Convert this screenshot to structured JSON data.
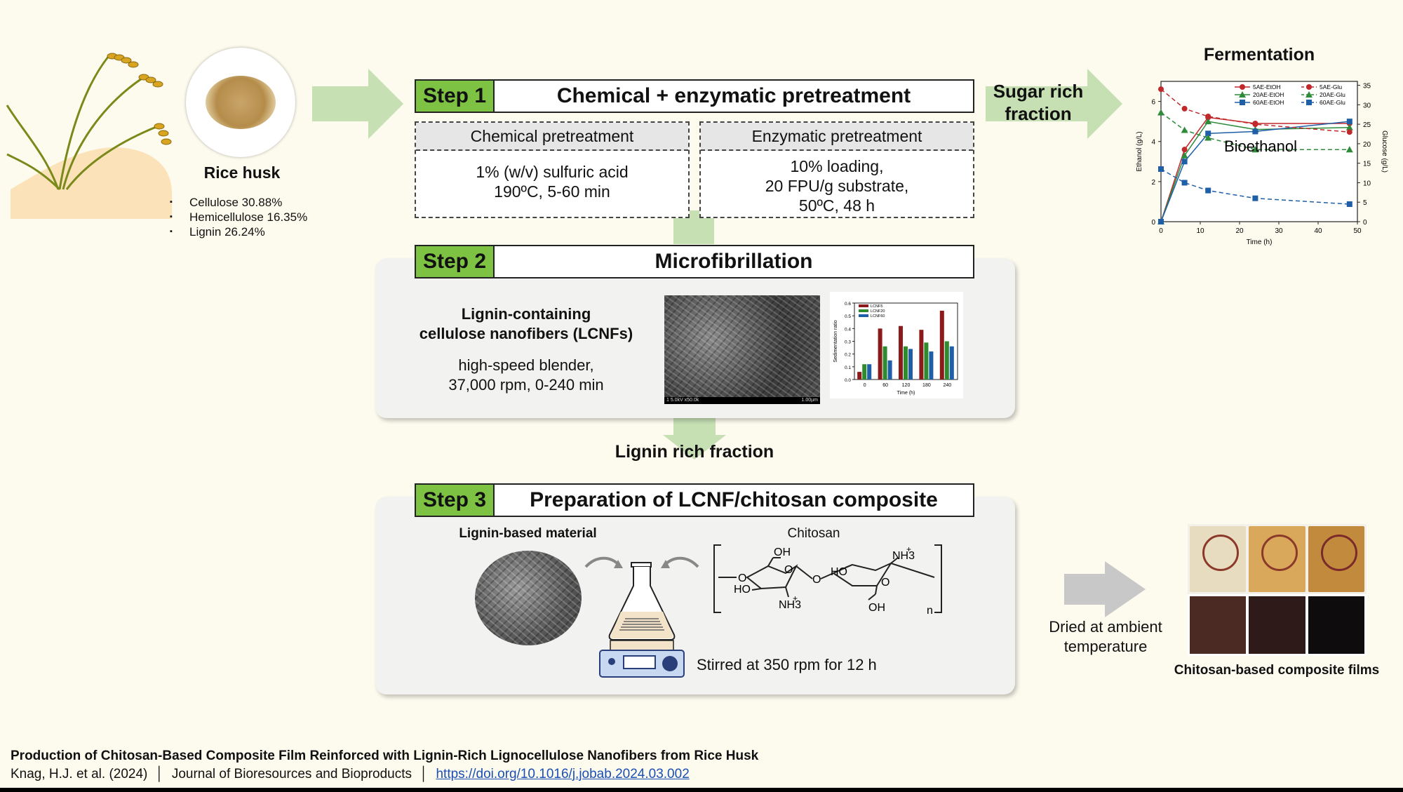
{
  "rice_husk": {
    "title": "Rice husk",
    "composition": [
      "Cellulose 30.88%",
      "Hemicellulose 16.35%",
      "Lignin 26.24%"
    ]
  },
  "step1": {
    "tag": "Step 1",
    "title": "Chemical + enzymatic pretreatment",
    "chemical": {
      "header": "Chemical  pretreatment",
      "lines": [
        "1% (w/v) sulfuric acid",
        "190ºC, 5-60 min"
      ]
    },
    "enzymatic": {
      "header": "Enzymatic pretreatment",
      "lines": [
        "10% loading,",
        "20 FPU/g substrate,",
        "50ºC, 48 h"
      ]
    }
  },
  "sugar_label": [
    "Sugar rich",
    "fraction"
  ],
  "fermentation": {
    "title": "Fermentation",
    "inner_label": "Bioethanol"
  },
  "step2": {
    "tag": "Step 2",
    "title": "Microfibrillation",
    "lcnf_title": [
      "Lignin-containing",
      "cellulose  nanofibers (LCNFs)"
    ],
    "lcnf_process": [
      "high-speed  blender,",
      "37,000 rpm, 0-240 min"
    ],
    "sem_caption_left": "1 5.0kV x50.0k",
    "sem_caption_right": "1.00µm"
  },
  "lignin_fraction": "Lignin rich fraction",
  "step3": {
    "tag": "Step 3",
    "title": "Preparation of LCNF/chitosan composite",
    "lignin_material": "Lignin-based material",
    "chitosan": "Chitosan",
    "stirred": "Stirred at 350 rpm for 12 h",
    "struct_labels": {
      "oh_top": "OH",
      "ho_left": "HO",
      "nh3_left": "NH3",
      "ho_mid": "HO",
      "nh3_right": "NH3",
      "oh_bottom": "OH",
      "o": "O",
      "n": "n",
      "plus": "+"
    }
  },
  "dried_label": [
    "Dried at ambient",
    "temperature"
  ],
  "films_label": "Chitosan-based composite films",
  "footer": {
    "title": "Production of Chitosan-Based Composite Film Reinforced with  Lignin-Rich Lignocellulose Nanofibers from Rice Husk",
    "citation": "Knag, H.J. et al. (2024)",
    "separator": "│",
    "journal": "Journal of Bioresources and Bioproducts",
    "doi": "https://doi.org/10.1016/j.jobab.2024.03.002"
  },
  "chart_data": [
    {
      "type": "line",
      "x": [
        0,
        6,
        12,
        24,
        48
      ],
      "xlabel": "Time (h)",
      "ylabel": "Ethanol (g/L)",
      "y2label": "Glucose (g/L)",
      "xlim": [
        0,
        50
      ],
      "ylim": [
        0,
        7
      ],
      "y2lim": [
        0,
        36
      ],
      "xticks": [
        0,
        10,
        20,
        30,
        40,
        50
      ],
      "yticks": [
        0,
        2,
        4,
        6
      ],
      "y2ticks": [
        0,
        5,
        10,
        15,
        20,
        25,
        30,
        35
      ],
      "legend_position": "top-right",
      "series": [
        {
          "name": "5AE-EtOH",
          "axis": "left",
          "style": "solid",
          "marker": "circle",
          "color": "#c0282b",
          "values": [
            0,
            3.6,
            5.2,
            4.9,
            4.9
          ]
        },
        {
          "name": "20AE-EtOH",
          "axis": "left",
          "style": "solid",
          "marker": "triangle",
          "color": "#2e8b3a",
          "values": [
            0,
            3.3,
            5.0,
            4.6,
            4.7
          ]
        },
        {
          "name": "60AE-EtOH",
          "axis": "left",
          "style": "solid",
          "marker": "square",
          "color": "#1f5fa8",
          "values": [
            0,
            3.0,
            4.4,
            4.5,
            5.0
          ]
        },
        {
          "name": "5AE-Glu",
          "axis": "right",
          "style": "dashed",
          "marker": "circle",
          "color": "#c0282b",
          "values": [
            34,
            29,
            27,
            25,
            23
          ]
        },
        {
          "name": "20AE-Glu",
          "axis": "right",
          "style": "dashed",
          "marker": "triangle",
          "color": "#2e8b3a",
          "values": [
            28,
            23.5,
            21.5,
            18.5,
            18.5
          ]
        },
        {
          "name": "60AE-Glu",
          "axis": "right",
          "style": "dashed",
          "marker": "square",
          "color": "#1f5fa8",
          "values": [
            13.5,
            10,
            8,
            6,
            4.5
          ]
        }
      ]
    },
    {
      "type": "bar",
      "categories": [
        "0",
        "60",
        "120",
        "180",
        "240"
      ],
      "xlabel": "Time (h)",
      "ylabel": "Sedimentation ratio",
      "ylim": [
        0,
        0.6
      ],
      "yticks": [
        0.0,
        0.1,
        0.2,
        0.3,
        0.4,
        0.5,
        0.6
      ],
      "legend_position": "top-left",
      "series": [
        {
          "name": "LCNF5",
          "color": "#8b1a1a",
          "values": [
            0.06,
            0.4,
            0.42,
            0.39,
            0.54
          ]
        },
        {
          "name": "LCNF20",
          "color": "#2e8b2e",
          "values": [
            0.12,
            0.26,
            0.26,
            0.29,
            0.3
          ]
        },
        {
          "name": "LCNF60",
          "color": "#1f5fa8",
          "values": [
            0.12,
            0.15,
            0.24,
            0.22,
            0.26
          ]
        }
      ]
    }
  ]
}
